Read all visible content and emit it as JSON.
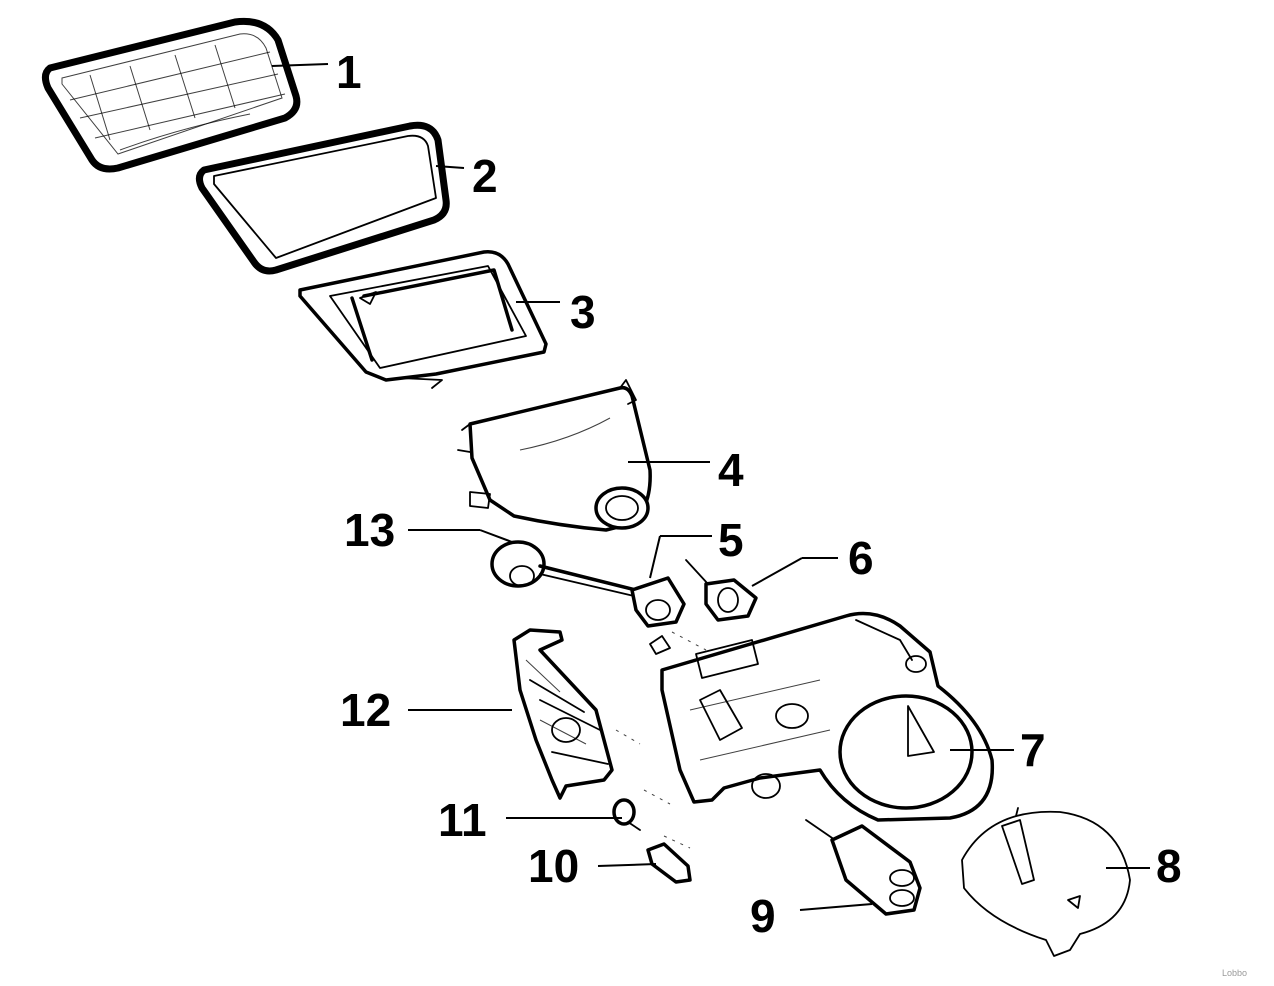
{
  "diagram": {
    "type": "exploded-parts-diagram",
    "callouts": [
      {
        "id": "1",
        "label": "1"
      },
      {
        "id": "2",
        "label": "2"
      },
      {
        "id": "3",
        "label": "3"
      },
      {
        "id": "4",
        "label": "4"
      },
      {
        "id": "5",
        "label": "5"
      },
      {
        "id": "6",
        "label": "6"
      },
      {
        "id": "7",
        "label": "7"
      },
      {
        "id": "8",
        "label": "8"
      },
      {
        "id": "9",
        "label": "9"
      },
      {
        "id": "10",
        "label": "10"
      },
      {
        "id": "11",
        "label": "11"
      },
      {
        "id": "12",
        "label": "12"
      },
      {
        "id": "13",
        "label": "13"
      }
    ],
    "watermark": "Lobbo",
    "colors": {
      "ink": "#000000",
      "background": "#ffffff",
      "watermark": "#9a9a9a"
    }
  }
}
